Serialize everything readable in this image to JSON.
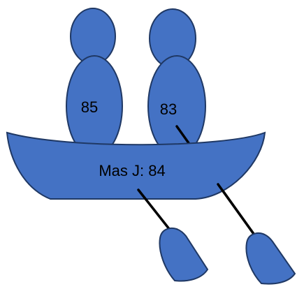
{
  "colors": {
    "fill": "#4472C4",
    "stroke": "#1F3864",
    "oar": "#000000",
    "text": "#000000",
    "background": "#ffffff"
  },
  "rowers": [
    {
      "label": "85"
    },
    {
      "label": "83"
    }
  ],
  "boat": {
    "label": "Mas J: 84"
  },
  "oars": [
    {
      "icon": "oar-left"
    },
    {
      "icon": "oar-right"
    }
  ]
}
